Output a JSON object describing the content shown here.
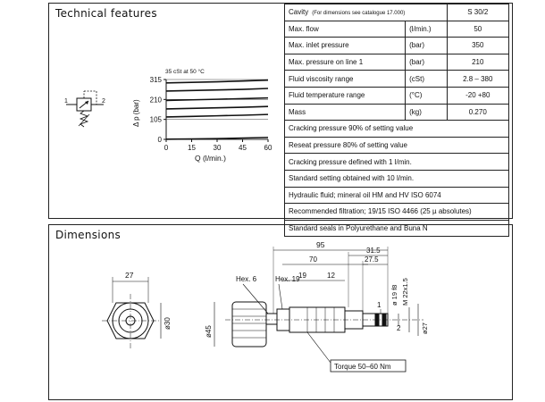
{
  "tech": {
    "title": "Technical features",
    "cavity": {
      "label": "Cavity",
      "note": "(For dimensions see catalogue 17.000)",
      "value": "S 30/2"
    },
    "rows": [
      {
        "label": "Max. flow",
        "unit": "(l/min.)",
        "value": "50"
      },
      {
        "label": "Max. inlet pressure",
        "unit": "(bar)",
        "value": "350"
      },
      {
        "label": "Max. pressure on line 1",
        "unit": "(bar)",
        "value": "210"
      },
      {
        "label": "Fluid viscosity range",
        "unit": "(cSt)",
        "value": "2.8 – 380"
      },
      {
        "label": "Fluid temperature range",
        "unit": "(°C)",
        "value": "-20 +80"
      },
      {
        "label": "Mass",
        "unit": "(kg)",
        "value": "0.270"
      }
    ],
    "notes": [
      "Cracking pressure 90% of setting value",
      "Reseat pressure 80% of setting value",
      "Cracking pressure defined with 1 l/min.",
      "Standard setting obtained with 10 l/min.",
      "Hydraulic fluid; mineral oil HM and HV     ISO 6074",
      "Recommended filtration; 19/15 ISO 4466 (25 µ absolutes)",
      "Standard seals in Polyurethane and Buna N"
    ]
  },
  "symbol": {
    "port1": "1",
    "port2": "2"
  },
  "chart_data": {
    "type": "line",
    "title": "35 cSt at 50 °C",
    "xlabel": "Q (l/min.)",
    "ylabel": "Δ p (bar)",
    "xlim": [
      0,
      60
    ],
    "ylim": [
      0,
      315
    ],
    "xticks": [
      0,
      15,
      30,
      45,
      60
    ],
    "yticks": [
      0,
      105,
      210,
      315
    ],
    "series": [
      {
        "x": [
          0,
          15,
          30,
          45,
          60
        ],
        "values": [
          297,
          300,
          303,
          307,
          312
        ]
      },
      {
        "x": [
          0,
          15,
          30,
          45,
          60
        ],
        "values": [
          254,
          257,
          260,
          263,
          268
        ]
      },
      {
        "x": [
          0,
          15,
          30,
          45,
          60
        ],
        "values": [
          205,
          208,
          211,
          214,
          218
        ]
      },
      {
        "x": [
          0,
          15,
          30,
          45,
          60
        ],
        "values": [
          160,
          163,
          166,
          169,
          173
        ]
      },
      {
        "x": [
          0,
          15,
          30,
          45,
          60
        ],
        "values": [
          118,
          121,
          124,
          127,
          131
        ]
      },
      {
        "x": [
          0,
          15,
          30,
          45,
          60
        ],
        "values": [
          1,
          2,
          4,
          7,
          10
        ]
      }
    ]
  },
  "dims": {
    "title": "Dimensions",
    "d27": "27",
    "d30": "ø30",
    "d45": "ø45",
    "d95": "95",
    "d70": "70",
    "d31_5": "31.5",
    "d27_5": "27.5",
    "d19": "19",
    "d12": "12",
    "hex6": "Hex. 6",
    "hex19": "Hex. 19",
    "d19f8": "ø 19 f8",
    "m22": "M 22x1.5",
    "d27b": "ø27",
    "port1": "1",
    "port2": "2",
    "torque": "Torque 50–60 Nm"
  }
}
